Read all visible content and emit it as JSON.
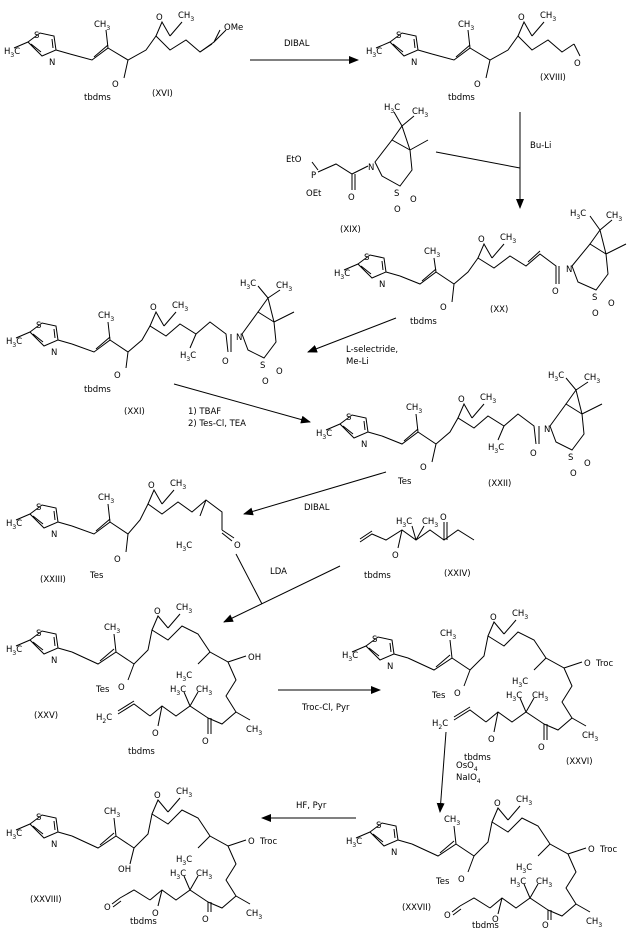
{
  "reagents": {
    "r1": "DIBAL",
    "r2": "Bu-Li",
    "r3_line1": "L-selectride,",
    "r3_line2": "Me-Li",
    "r4_line1": "1) TBAF",
    "r4_line2": "2) Tes-Cl, TEA",
    "r5": "DIBAL",
    "r6": "LDA",
    "r7": "Troc-Cl, Pyr",
    "r8_line1": "OsO",
    "r8_sub1": "4",
    "r8_line2": "NaIO",
    "r8_sub2": "4",
    "r9": "HF, Pyr"
  },
  "compounds": {
    "XVI": "(XVI)",
    "XVIII": "(XVIII)",
    "XIX": "(XIX)",
    "XX": "(XX)",
    "XXI": "(XXI)",
    "XXII": "(XXII)",
    "XXIII": "(XXIII)",
    "XXIV": "(XXIV)",
    "XXV": "(XXV)",
    "XXVI": "(XXVI)",
    "XXVII": "(XXVII)",
    "XXVIII": "(XXVIII)"
  },
  "atoms": {
    "S": "S",
    "N": "N",
    "O": "O",
    "P": "P",
    "OMe": "OMe",
    "OH": "OH",
    "OTroc": "O",
    "Troc": "Troc",
    "H3C": "H",
    "H2C": "H",
    "EtO": "EtO",
    "OEt": "OEt",
    "tbdms": "tbdms",
    "Tes": "Tes",
    "methyl_CH3": "CH",
    "sub3": "3",
    "sub2": "2",
    "methyl_H3C": "H3C"
  }
}
